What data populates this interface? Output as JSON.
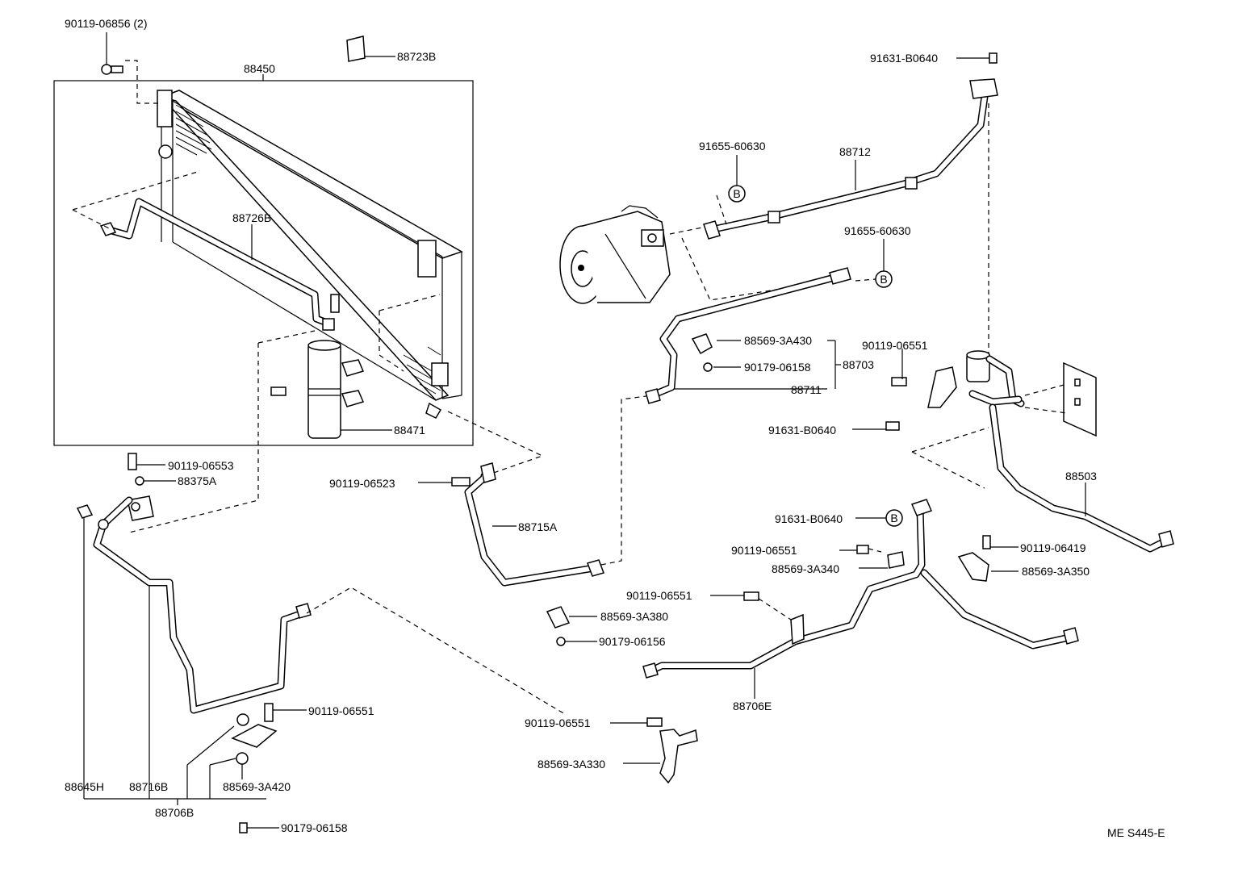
{
  "diagram_code": "ME S445-E",
  "symbol_b": "B",
  "labels": {
    "bolt_top_left": "90119-06856 (2)",
    "condenser_assy": "88450",
    "cover_88723b": "88723B",
    "tube_88726b": "88726B",
    "receiver_88471": "88471",
    "bolt_06553": "90119-06553",
    "oring_88375a": "88375A",
    "bolt_06523": "90119-06523",
    "tube_88715a": "88715A",
    "bolt_06551_lower": "90119-06551",
    "nut_06158_lower": "90179-06158",
    "hose_88645h": "88645H",
    "tube_88716b": "88716B",
    "clamp_3a420": "88569-3A420",
    "tube_88706b": "88706B",
    "bolt_top_right": "91631-B0640",
    "oring_top_b": "91655-60630",
    "hose_88712": "88712",
    "oring_mid_b": "91655-60630",
    "clamp_3a430": "88569-3A430",
    "nut_06158_mid": "90179-06158",
    "group_88703": "88703",
    "hose_88711": "88711",
    "bolt_06551_right": "90119-06551",
    "bolt_b0640_mid": "91631-B0640",
    "tube_88503": "88503",
    "bolt_b0640_b": "91631-B0640",
    "bolt_06551_c": "90119-06551",
    "clamp_3a340": "88569-3A340",
    "bolt_06419": "90119-06419",
    "clamp_3a350": "88569-3A350",
    "bolt_06551_d": "90119-06551",
    "clamp_3a380": "88569-3A380",
    "nut_06156": "90179-06156",
    "tube_88706e": "88706E",
    "bolt_06551_e": "90119-06551",
    "clamp_3a330": "88569-3A330"
  }
}
